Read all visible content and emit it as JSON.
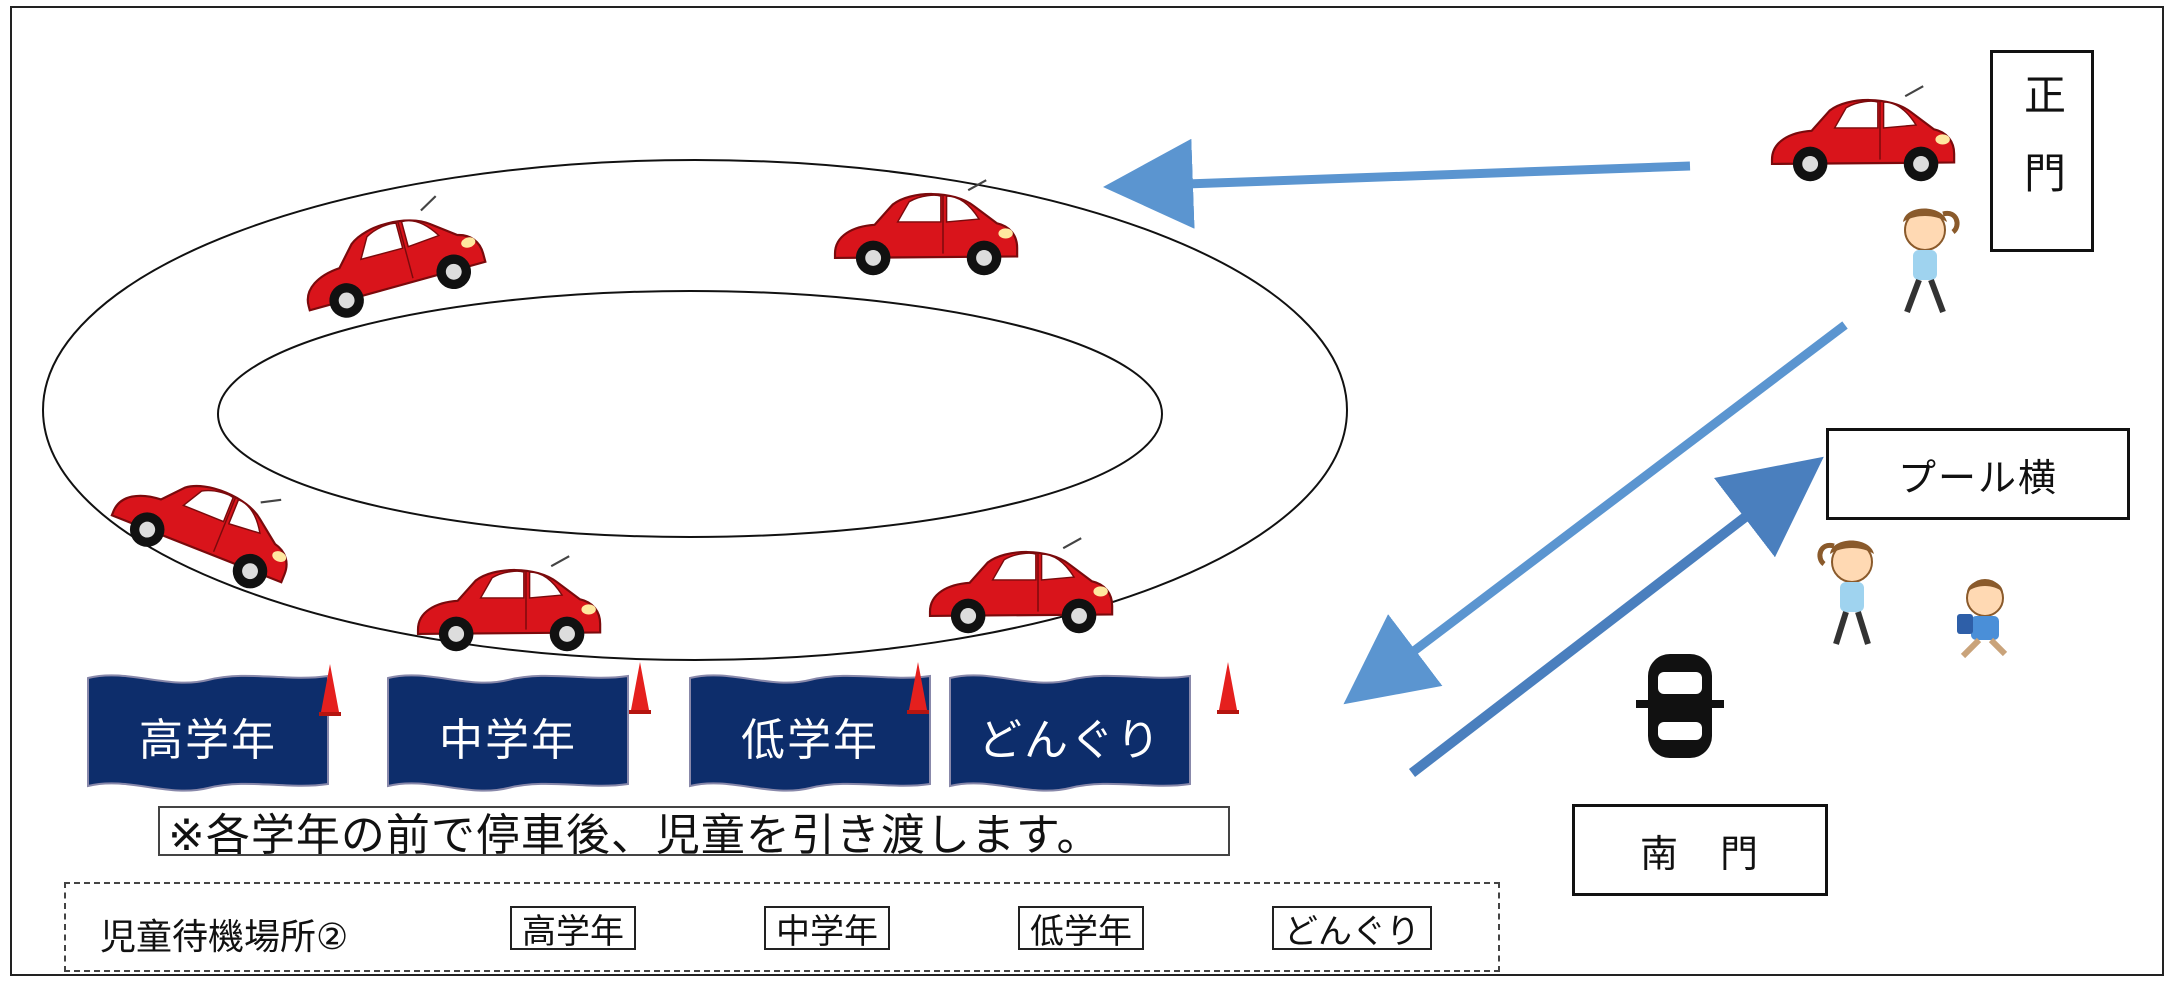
{
  "gates": {
    "main_gate": "正門",
    "pool_side": "プール横",
    "south_gate": "南　門"
  },
  "banners": [
    "高学年",
    "中学年",
    "低学年",
    "どんぐり"
  ],
  "note": "※各学年の前で停車後、児童を引き渡します。",
  "waiting": {
    "label": "児童待機場所②",
    "boxes": [
      "高学年",
      "中学年",
      "低学年",
      "どんぐり"
    ]
  },
  "colors": {
    "car": "#d9141b",
    "banner": "#0d2d6b",
    "cone": "#e5201e",
    "arrow": "#5b95d0"
  },
  "icons": [
    "car-icon",
    "child-walking-icon",
    "child-running-icon",
    "car-top-view-icon",
    "traffic-cone-icon"
  ]
}
